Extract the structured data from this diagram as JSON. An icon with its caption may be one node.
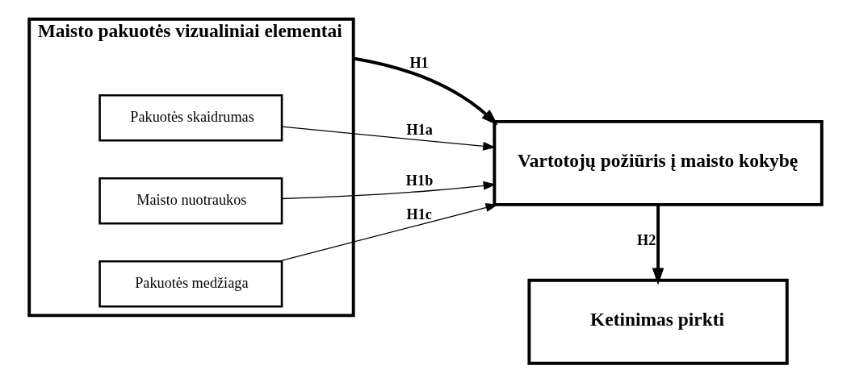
{
  "diagram": {
    "nodes": [
      {
        "text": [
          "Maisto pakuotės vizualiniai elementai"
        ]
      },
      {
        "text": [
          "Pakuotės skaidrumas"
        ],
        "in": 0
      },
      {
        "text": [
          "Maisto nuotraukos"
        ],
        "in": 0
      },
      {
        "text": [
          "Pakuotės medžiaga"
        ],
        "in": 0
      },
      {
        "text": [
          "Vartotojų požiūris į maisto kokybę"
        ]
      },
      {
        "text": [
          "Ketinimas pirkti"
        ]
      }
    ],
    "edges": [
      {
        "from": 0,
        "to": 4,
        "arrow": "to",
        "label": "H1",
        "style": "thick"
      },
      {
        "from": 1,
        "to": 4,
        "arrow": "to",
        "label": "H1a"
      },
      {
        "from": 2,
        "to": 4,
        "arrow": "to",
        "label": "H1b"
      },
      {
        "from": 3,
        "to": 4,
        "arrow": "to",
        "label": "H1c"
      },
      {
        "from": 4,
        "to": 5,
        "arrow": "to",
        "label": "H2",
        "style": "thick"
      }
    ]
  }
}
